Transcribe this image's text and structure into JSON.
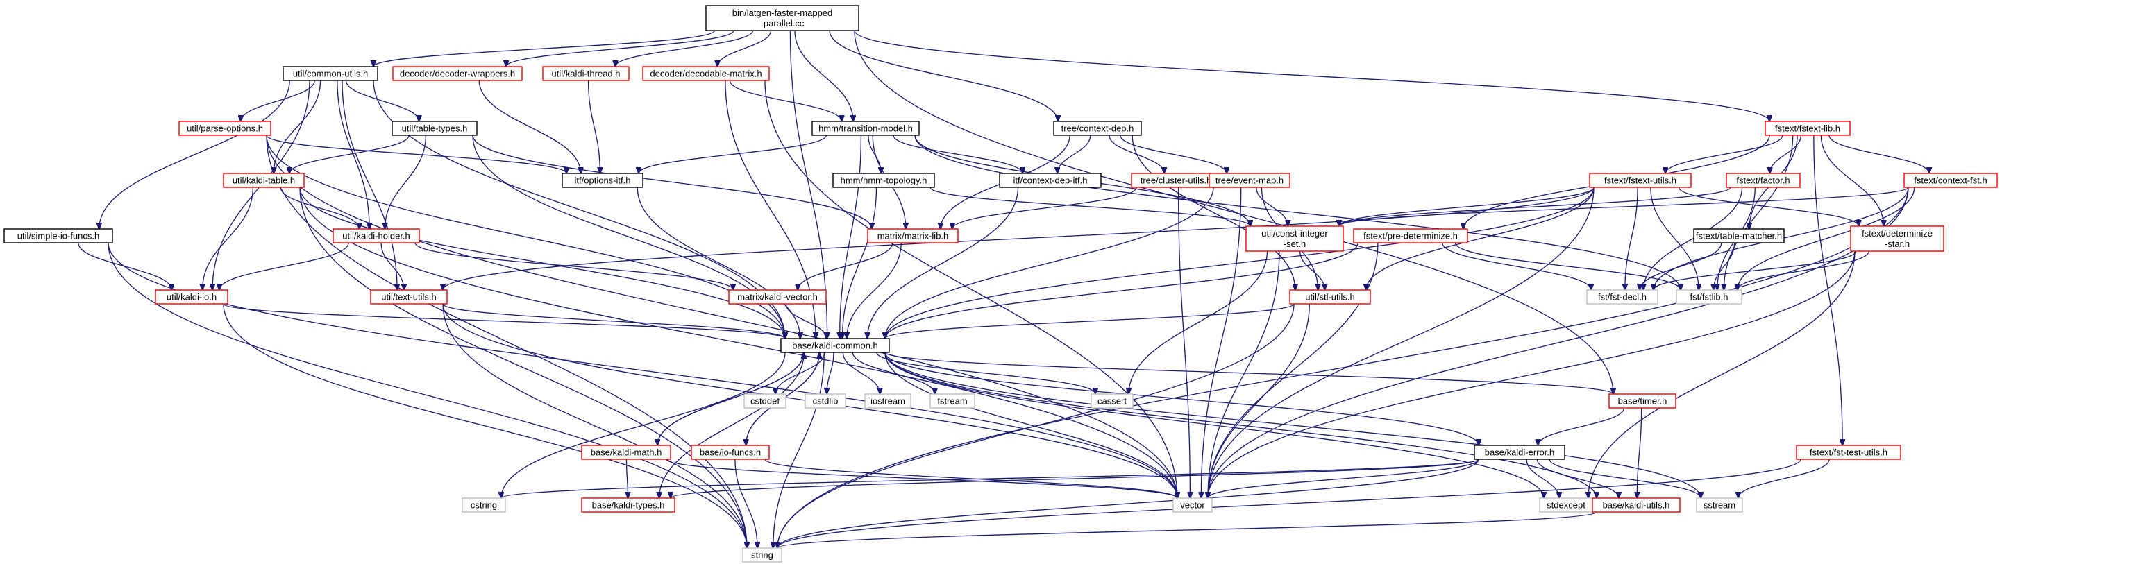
{
  "colors": {
    "edge": "#191970",
    "root_fill": "#bfbfbf",
    "root_border": "#000000",
    "documented_border": "#000000",
    "undocumented_border": "#ff0000",
    "system_border": "#bfbfbf",
    "system_text": "#000000"
  },
  "nodes": [
    {
      "id": "root",
      "lines": [
        "bin/latgen-faster-mapped",
        "-parallel.cc"
      ],
      "kind": "root"
    },
    {
      "id": "common_utils",
      "lines": [
        "util/common-utils.h"
      ],
      "kind": "doc"
    },
    {
      "id": "decoder_wrappers",
      "lines": [
        "decoder/decoder-wrappers.h"
      ],
      "kind": "undoc"
    },
    {
      "id": "kaldi_thread",
      "lines": [
        "util/kaldi-thread.h"
      ],
      "kind": "undoc"
    },
    {
      "id": "decodable_matrix",
      "lines": [
        "decoder/decodable-matrix.h"
      ],
      "kind": "undoc"
    },
    {
      "id": "transition_model",
      "lines": [
        "hmm/transition-model.h"
      ],
      "kind": "doc"
    },
    {
      "id": "context_dep",
      "lines": [
        "tree/context-dep.h"
      ],
      "kind": "doc"
    },
    {
      "id": "fstext_lib",
      "lines": [
        "fstext/fstext-lib.h"
      ],
      "kind": "undoc"
    },
    {
      "id": "parse_options",
      "lines": [
        "util/parse-options.h"
      ],
      "kind": "undoc"
    },
    {
      "id": "table_types",
      "lines": [
        "util/table-types.h"
      ],
      "kind": "doc"
    },
    {
      "id": "options_itf",
      "lines": [
        "itf/options-itf.h"
      ],
      "kind": "doc"
    },
    {
      "id": "hmm_topology",
      "lines": [
        "hmm/hmm-topology.h"
      ],
      "kind": "doc"
    },
    {
      "id": "context_dep_itf",
      "lines": [
        "itf/context-dep-itf.h"
      ],
      "kind": "doc"
    },
    {
      "id": "cluster_utils",
      "lines": [
        "tree/cluster-utils.h"
      ],
      "kind": "undoc"
    },
    {
      "id": "event_map",
      "lines": [
        "tree/event-map.h"
      ],
      "kind": "undoc"
    },
    {
      "id": "fstext_utils",
      "lines": [
        "fstext/fstext-utils.h"
      ],
      "kind": "undoc"
    },
    {
      "id": "factor",
      "lines": [
        "fstext/factor.h"
      ],
      "kind": "undoc"
    },
    {
      "id": "context_fst",
      "lines": [
        "fstext/context-fst.h"
      ],
      "kind": "undoc"
    },
    {
      "id": "kaldi_table",
      "lines": [
        "util/kaldi-table.h"
      ],
      "kind": "undoc"
    },
    {
      "id": "simple_io_funcs",
      "lines": [
        "util/simple-io-funcs.h"
      ],
      "kind": "doc"
    },
    {
      "id": "kaldi_holder",
      "lines": [
        "util/kaldi-holder.h"
      ],
      "kind": "undoc"
    },
    {
      "id": "matrix_lib",
      "lines": [
        "matrix/matrix-lib.h"
      ],
      "kind": "undoc"
    },
    {
      "id": "const_integer_set",
      "lines": [
        "util/const-integer",
        "-set.h"
      ],
      "kind": "undoc"
    },
    {
      "id": "pre_determinize",
      "lines": [
        "fstext/pre-determinize.h"
      ],
      "kind": "undoc"
    },
    {
      "id": "table_matcher",
      "lines": [
        "fstext/table-matcher.h"
      ],
      "kind": "doc"
    },
    {
      "id": "determinize_star",
      "lines": [
        "fstext/determinize",
        "-star.h"
      ],
      "kind": "undoc"
    },
    {
      "id": "kaldi_io",
      "lines": [
        "util/kaldi-io.h"
      ],
      "kind": "undoc"
    },
    {
      "id": "text_utils",
      "lines": [
        "util/text-utils.h"
      ],
      "kind": "undoc"
    },
    {
      "id": "kaldi_vector",
      "lines": [
        "matrix/kaldi-vector.h"
      ],
      "kind": "undoc"
    },
    {
      "id": "stl_utils",
      "lines": [
        "util/stl-utils.h"
      ],
      "kind": "undoc"
    },
    {
      "id": "fst_decl",
      "lines": [
        "fst/fst-decl.h"
      ],
      "kind": "sys"
    },
    {
      "id": "fstlib",
      "lines": [
        "fst/fstlib.h"
      ],
      "kind": "sys"
    },
    {
      "id": "kaldi_common",
      "lines": [
        "base/kaldi-common.h"
      ],
      "kind": "doc"
    },
    {
      "id": "cstddef",
      "lines": [
        "cstddef"
      ],
      "kind": "sys"
    },
    {
      "id": "cstdlib",
      "lines": [
        "cstdlib"
      ],
      "kind": "sys"
    },
    {
      "id": "iostream",
      "lines": [
        "iostream"
      ],
      "kind": "sys"
    },
    {
      "id": "fstream",
      "lines": [
        "fstream"
      ],
      "kind": "sys"
    },
    {
      "id": "cassert",
      "lines": [
        "cassert"
      ],
      "kind": "sys"
    },
    {
      "id": "timer",
      "lines": [
        "base/timer.h"
      ],
      "kind": "undoc"
    },
    {
      "id": "kaldi_math",
      "lines": [
        "base/kaldi-math.h"
      ],
      "kind": "undoc"
    },
    {
      "id": "io_funcs",
      "lines": [
        "base/io-funcs.h"
      ],
      "kind": "undoc"
    },
    {
      "id": "kaldi_error",
      "lines": [
        "base/kaldi-error.h"
      ],
      "kind": "doc"
    },
    {
      "id": "fst_test_utils",
      "lines": [
        "fstext/fst-test-utils.h"
      ],
      "kind": "undoc"
    },
    {
      "id": "cstring",
      "lines": [
        "cstring"
      ],
      "kind": "sys"
    },
    {
      "id": "kaldi_types",
      "lines": [
        "base/kaldi-types.h"
      ],
      "kind": "undoc"
    },
    {
      "id": "vector",
      "lines": [
        "vector"
      ],
      "kind": "sys"
    },
    {
      "id": "stdexcept",
      "lines": [
        "stdexcept"
      ],
      "kind": "sys"
    },
    {
      "id": "kaldi_utils",
      "lines": [
        "base/kaldi-utils.h"
      ],
      "kind": "undoc"
    },
    {
      "id": "sstream",
      "lines": [
        "sstream"
      ],
      "kind": "sys"
    },
    {
      "id": "string",
      "lines": [
        "string"
      ],
      "kind": "sys"
    }
  ],
  "edges": [
    [
      "root",
      "common_utils"
    ],
    [
      "root",
      "decoder_wrappers"
    ],
    [
      "root",
      "kaldi_thread"
    ],
    [
      "root",
      "decodable_matrix"
    ],
    [
      "root",
      "transition_model"
    ],
    [
      "root",
      "context_dep"
    ],
    [
      "root",
      "fstext_lib"
    ],
    [
      "root",
      "kaldi_common"
    ],
    [
      "root",
      "timer"
    ],
    [
      "common_utils",
      "parse_options"
    ],
    [
      "common_utils",
      "table_types"
    ],
    [
      "common_utils",
      "kaldi_table"
    ],
    [
      "common_utils",
      "kaldi_holder"
    ],
    [
      "common_utils",
      "kaldi_io"
    ],
    [
      "common_utils",
      "simple_io_funcs"
    ],
    [
      "common_utils",
      "text_utils"
    ],
    [
      "common_utils",
      "kaldi_common"
    ],
    [
      "decoder_wrappers",
      "options_itf"
    ],
    [
      "kaldi_thread",
      "options_itf"
    ],
    [
      "decodable_matrix",
      "transition_model"
    ],
    [
      "decodable_matrix",
      "kaldi_common"
    ],
    [
      "decodable_matrix",
      "vector"
    ],
    [
      "transition_model",
      "options_itf"
    ],
    [
      "transition_model",
      "hmm_topology"
    ],
    [
      "transition_model",
      "context_dep_itf"
    ],
    [
      "transition_model",
      "const_integer_set"
    ],
    [
      "transition_model",
      "matrix_lib"
    ],
    [
      "transition_model",
      "kaldi_common"
    ],
    [
      "transition_model",
      "fstlib"
    ],
    [
      "context_dep",
      "context_dep_itf"
    ],
    [
      "context_dep",
      "cluster_utils"
    ],
    [
      "context_dep",
      "event_map"
    ],
    [
      "context_dep",
      "matrix_lib"
    ],
    [
      "context_dep",
      "stl_utils"
    ],
    [
      "fstext_lib",
      "fstext_utils"
    ],
    [
      "fstext_lib",
      "factor"
    ],
    [
      "fstext_lib",
      "context_fst"
    ],
    [
      "fstext_lib",
      "table_matcher"
    ],
    [
      "fstext_lib",
      "determinize_star"
    ],
    [
      "fstext_lib",
      "pre_determinize"
    ],
    [
      "fstext_lib",
      "fst_test_utils"
    ],
    [
      "fstext_lib",
      "fstlib"
    ],
    [
      "parse_options",
      "options_itf"
    ],
    [
      "parse_options",
      "kaldi_common"
    ],
    [
      "parse_options",
      "string"
    ],
    [
      "parse_options",
      "vector"
    ],
    [
      "table_types",
      "kaldi_table"
    ],
    [
      "table_types",
      "kaldi_holder"
    ],
    [
      "table_types",
      "matrix_lib"
    ],
    [
      "table_types",
      "kaldi_common"
    ],
    [
      "options_itf",
      "kaldi_common"
    ],
    [
      "hmm_topology",
      "kaldi_common"
    ],
    [
      "hmm_topology",
      "const_integer_set"
    ],
    [
      "context_dep_itf",
      "kaldi_common"
    ],
    [
      "cluster_utils",
      "matrix_lib"
    ],
    [
      "cluster_utils",
      "vector"
    ],
    [
      "event_map",
      "const_integer_set"
    ],
    [
      "event_map",
      "stl_utils"
    ],
    [
      "event_map",
      "kaldi_common"
    ],
    [
      "event_map",
      "vector"
    ],
    [
      "fstext_utils",
      "const_integer_set"
    ],
    [
      "fstext_utils",
      "stl_utils"
    ],
    [
      "fstext_utils",
      "text_utils"
    ],
    [
      "fstext_utils",
      "fst_decl"
    ],
    [
      "fstext_utils",
      "fstlib"
    ],
    [
      "fstext_utils",
      "determinize_star"
    ],
    [
      "fstext_utils",
      "kaldi_common"
    ],
    [
      "fstext_utils",
      "vector"
    ],
    [
      "factor",
      "fst_decl"
    ],
    [
      "factor",
      "fstlib"
    ],
    [
      "factor",
      "const_integer_set"
    ],
    [
      "context_fst",
      "fst_decl"
    ],
    [
      "context_fst",
      "fstlib"
    ],
    [
      "context_fst",
      "const_integer_set"
    ],
    [
      "context_fst",
      "vector"
    ],
    [
      "context_fst",
      "string"
    ],
    [
      "kaldi_table",
      "kaldi_holder"
    ],
    [
      "kaldi_table",
      "kaldi_io"
    ],
    [
      "kaldi_table",
      "kaldi_common"
    ],
    [
      "kaldi_table",
      "string"
    ],
    [
      "kaldi_table",
      "vector"
    ],
    [
      "simple_io_funcs",
      "kaldi_io"
    ],
    [
      "simple_io_funcs",
      "string"
    ],
    [
      "simple_io_funcs",
      "vector"
    ],
    [
      "kaldi_holder",
      "kaldi_io"
    ],
    [
      "kaldi_holder",
      "text_utils"
    ],
    [
      "kaldi_holder",
      "kaldi_vector"
    ],
    [
      "matrix_lib",
      "kaldi_vector"
    ],
    [
      "matrix_lib",
      "kaldi_common"
    ],
    [
      "const_integer_set",
      "stl_utils"
    ],
    [
      "const_integer_set",
      "cassert"
    ],
    [
      "const_integer_set",
      "vector"
    ],
    [
      "pre_determinize",
      "fst_decl"
    ],
    [
      "pre_determinize",
      "fstlib"
    ],
    [
      "pre_determinize",
      "kaldi_common"
    ],
    [
      "pre_determinize",
      "vector"
    ],
    [
      "table_matcher",
      "fst_decl"
    ],
    [
      "table_matcher",
      "fstlib"
    ],
    [
      "determinize_star",
      "fstlib"
    ],
    [
      "determinize_star",
      "fst_decl"
    ],
    [
      "determinize_star",
      "vector"
    ],
    [
      "determinize_star",
      "stdexcept"
    ],
    [
      "kaldi_io",
      "kaldi_common"
    ],
    [
      "kaldi_io",
      "string"
    ],
    [
      "text_utils",
      "kaldi_common"
    ],
    [
      "text_utils",
      "string"
    ],
    [
      "text_utils",
      "vector"
    ],
    [
      "kaldi_vector",
      "kaldi_common"
    ],
    [
      "stl_utils",
      "kaldi_common"
    ],
    [
      "stl_utils",
      "vector"
    ],
    [
      "stl_utils",
      "string"
    ],
    [
      "kaldi_common",
      "cstddef"
    ],
    [
      "kaldi_common",
      "cstdlib"
    ],
    [
      "kaldi_common",
      "cstring"
    ],
    [
      "kaldi_common",
      "string"
    ],
    [
      "kaldi_common",
      "vector"
    ],
    [
      "kaldi_common",
      "iostream"
    ],
    [
      "kaldi_common",
      "fstream"
    ],
    [
      "kaldi_common",
      "sstream"
    ],
    [
      "kaldi_common",
      "stdexcept"
    ],
    [
      "kaldi_common",
      "cassert"
    ],
    [
      "kaldi_common",
      "kaldi_utils"
    ],
    [
      "kaldi_common",
      "kaldi_error"
    ],
    [
      "kaldi_common",
      "kaldi_types"
    ],
    [
      "kaldi_common",
      "io_funcs"
    ],
    [
      "kaldi_common",
      "kaldi_math"
    ],
    [
      "kaldi_common",
      "timer"
    ],
    [
      "timer",
      "kaldi_error"
    ],
    [
      "timer",
      "kaldi_utils"
    ],
    [
      "kaldi_math",
      "kaldi_types"
    ],
    [
      "kaldi_math",
      "vector"
    ],
    [
      "kaldi_math",
      "kaldi_common"
    ],
    [
      "io_funcs",
      "kaldi_common"
    ],
    [
      "io_funcs",
      "string"
    ],
    [
      "io_funcs",
      "vector"
    ],
    [
      "kaldi_error",
      "kaldi_types"
    ],
    [
      "kaldi_error",
      "kaldi_utils"
    ],
    [
      "kaldi_error",
      "vector"
    ],
    [
      "kaldi_error",
      "string"
    ],
    [
      "kaldi_error",
      "stdexcept"
    ],
    [
      "kaldi_error",
      "sstream"
    ],
    [
      "kaldi_error",
      "cstring"
    ],
    [
      "kaldi_utils",
      "string"
    ],
    [
      "fst_test_utils",
      "sstream"
    ],
    [
      "fst_test_utils",
      "string"
    ]
  ]
}
